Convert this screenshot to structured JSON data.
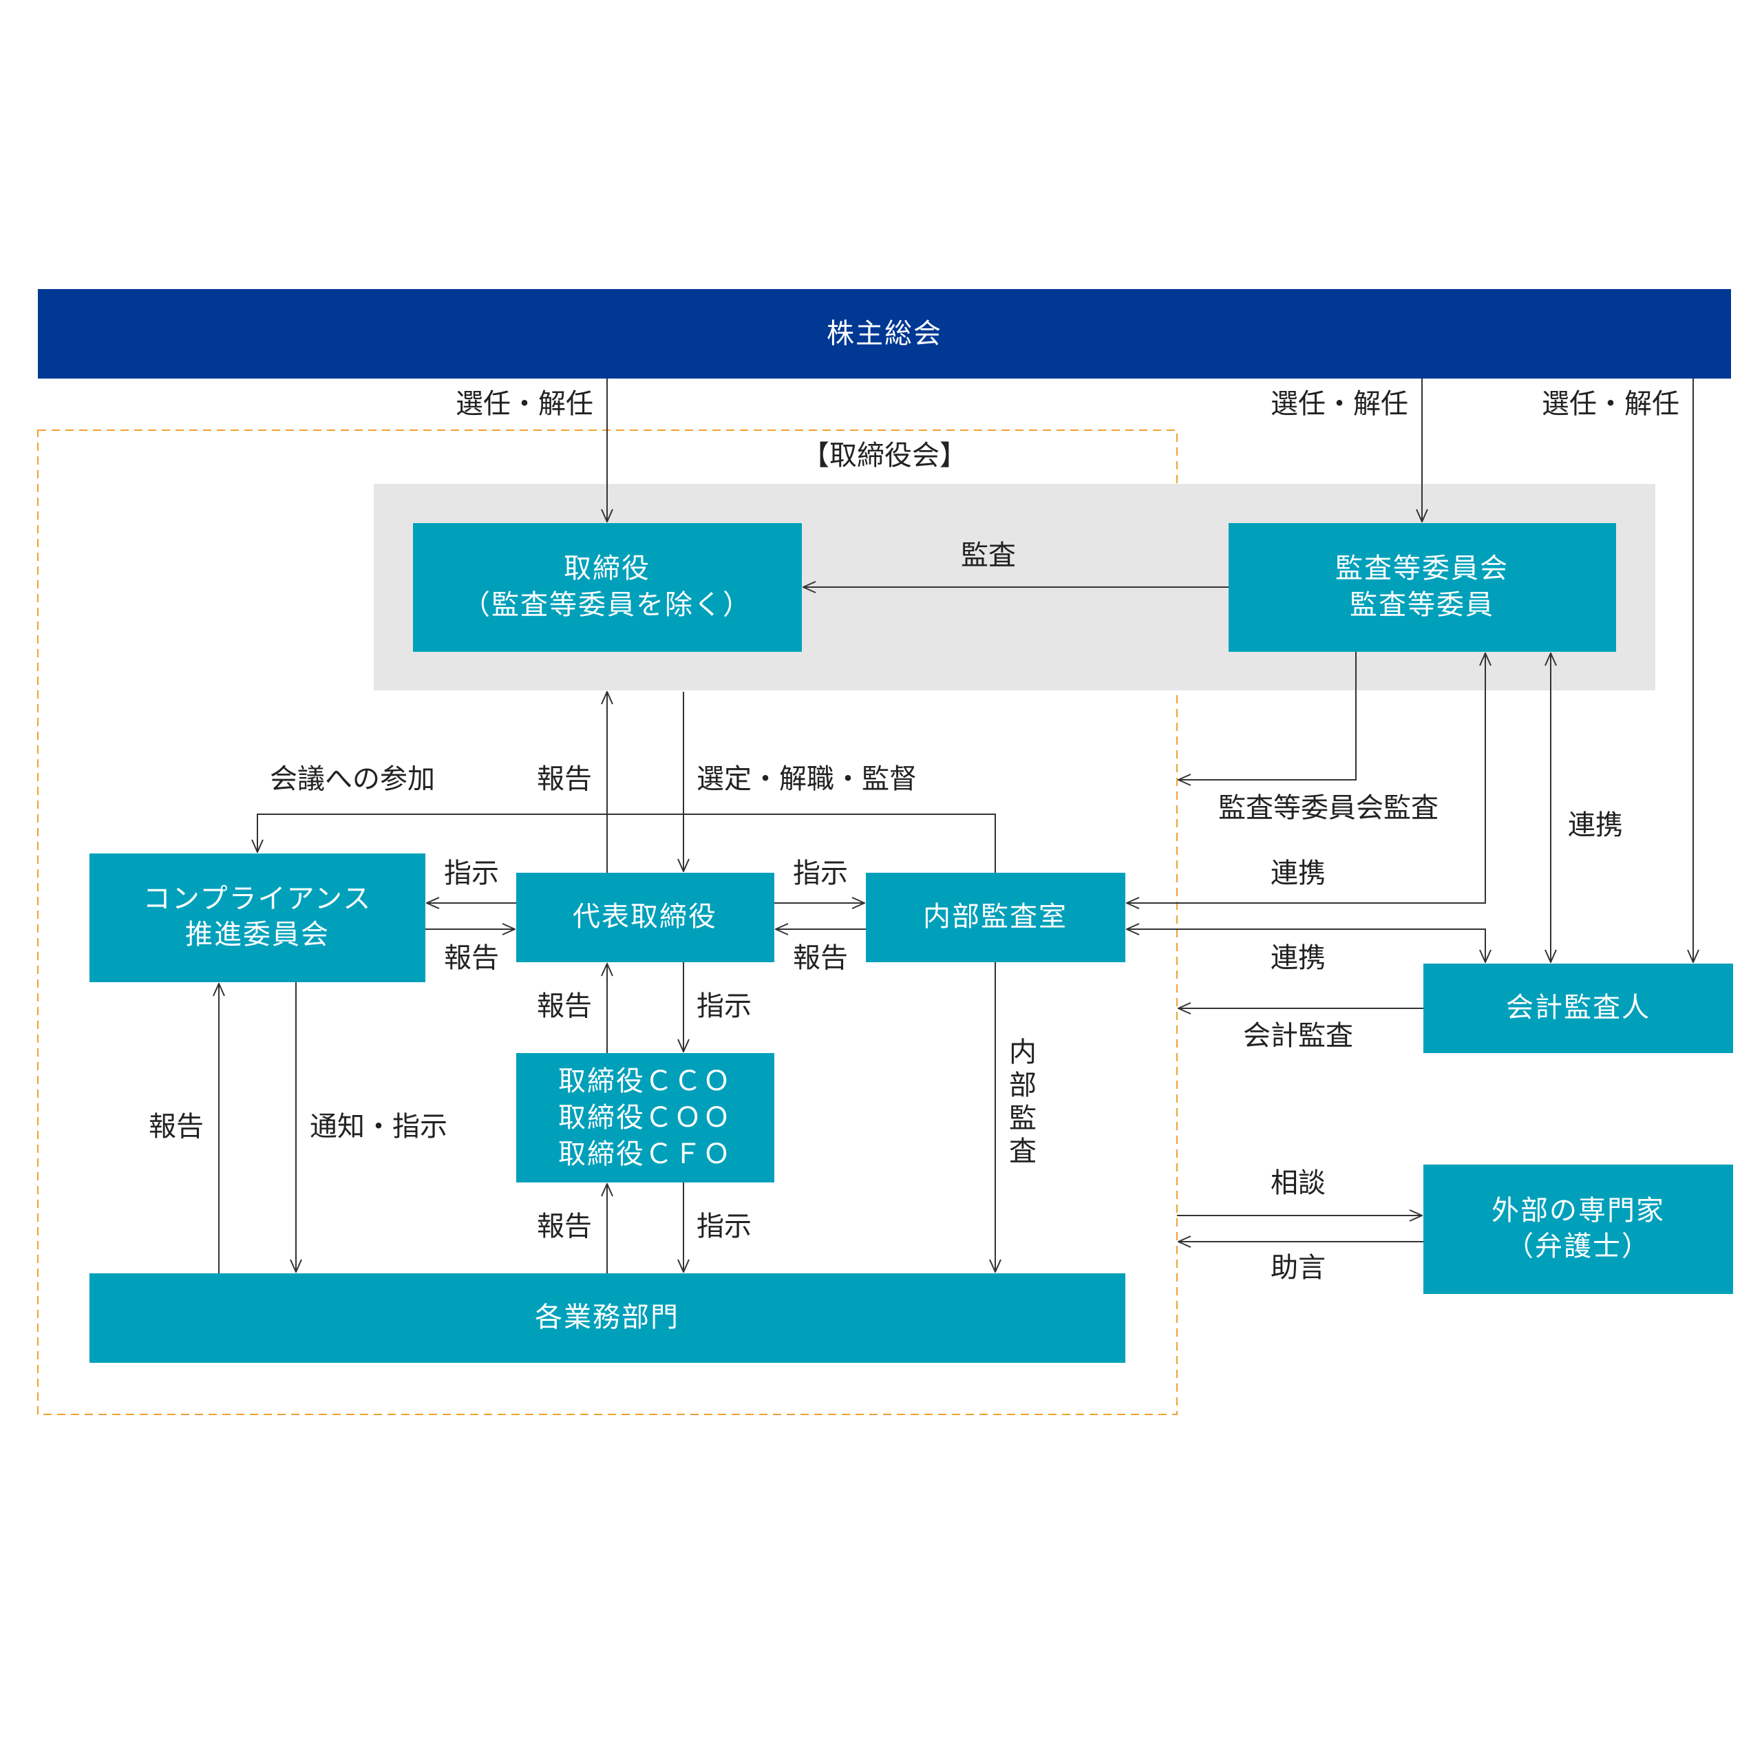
{
  "colors": {
    "top_bar": "#003894",
    "box": "#00a0bb",
    "board_area": "#e6e6e6",
    "dashed_border": "#f0a030",
    "line": "#333333"
  },
  "nodes": {
    "shareholders": "株主総会",
    "board_title": "【取締役会】",
    "directors_l1": "取締役",
    "directors_l2": "（監査等委員を除く）",
    "audit_committee_l1": "監査等委員会",
    "audit_committee_l2": "監査等委員",
    "compliance_l1": "コンプライアンス",
    "compliance_l2": "推進委員会",
    "rep_director": "代表取締役",
    "internal_audit": "内部監査室",
    "officers_l1": "取締役ＣＣＯ",
    "officers_l2": "取締役ＣＯＯ",
    "officers_l3": "取締役ＣＦＯ",
    "departments": "各業務部門",
    "accounting_auditor": "会計監査人",
    "experts_l1": "外部の専門家",
    "experts_l2": "（弁護士）"
  },
  "edges": {
    "elect_dismiss_1": "選任・解任",
    "elect_dismiss_2": "選任・解任",
    "elect_dismiss_3": "選任・解任",
    "audit": "監査",
    "meeting_participation": "会議への参加",
    "report_board": "報告",
    "select_dismiss_supervise": "選定・解職・監督",
    "committee_audit": "監査等委員会監査",
    "cooperation_1": "連携",
    "cooperation_2": "連携",
    "cooperation_3": "連携",
    "instruct_compliance": "指示",
    "report_compliance": "報告",
    "instruct_internal": "指示",
    "report_internal": "報告",
    "report_officers": "報告",
    "instruct_officers": "指示",
    "report_dept_compliance": "報告",
    "notify_instruct": "通知・指示",
    "internal_audit_l1": "内",
    "internal_audit_l2": "部",
    "internal_audit_l3": "監",
    "internal_audit_l4": "査",
    "accounting_audit": "会計監査",
    "report_dept_officers": "報告",
    "instruct_dept_officers": "指示",
    "consult": "相談",
    "advice": "助言"
  }
}
